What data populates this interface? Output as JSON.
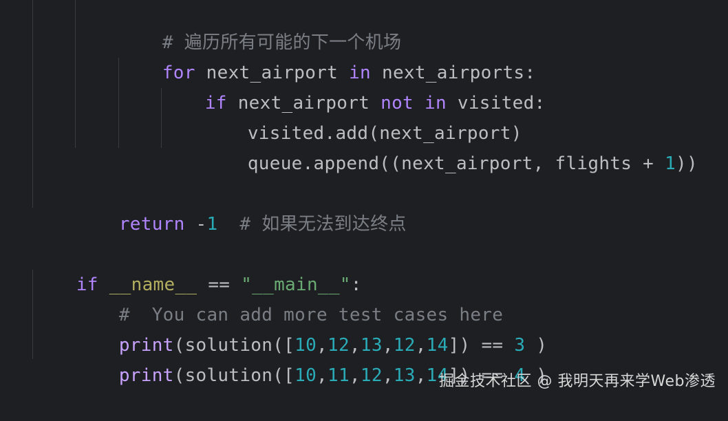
{
  "code": {
    "l1_comment": "# 遍历所有可能的下一个机场",
    "l2_for": "for",
    "l2_var": "next_airport",
    "l2_in": "in",
    "l2_iter": "next_airports:",
    "l3_if": "if",
    "l3_var": "next_airport",
    "l3_not": "not",
    "l3_in": "in",
    "l3_rest": "visited:",
    "l4": "visited.add(next_airport)",
    "l5_a": "queue.append((next_airport, flights + ",
    "l5_num": "1",
    "l5_b": "))",
    "l6_return": "return",
    "l6_minus": "-",
    "l6_num": "1",
    "l6_comment": "# 如果无法到达终点",
    "l7_if": "if",
    "l7_name": "__name__",
    "l7_eq": "==",
    "l7_str": "\"__main__\"",
    "l7_colon": ":",
    "l8_comment": "#  You can add more test cases here",
    "l9_print": "print",
    "l9_open": "(solution([",
    "l9_n1": "10",
    "l9_n2": "12",
    "l9_n3": "13",
    "l9_n4": "12",
    "l9_n5": "14",
    "l9_close": "]) == ",
    "l9_res": "3",
    "l9_end": " )",
    "l10_print": "print",
    "l10_open": "(solution([",
    "l10_n1": "10",
    "l10_n2": "11",
    "l10_n3": "12",
    "l10_n4": "13",
    "l10_n5": "14",
    "l10_close": "]) == ",
    "l10_res": "4",
    "l10_end": " )",
    "comma": ","
  },
  "watermark": "掘金技术社区 @ 我明天再来学Web渗透",
  "colors": {
    "background": "#1e1f22",
    "keyword": "#b085ff",
    "number": "#2aacb8",
    "string": "#6aab73",
    "comment": "#7a7e85",
    "function": "#c7a3ff",
    "dunder": "#b3ae60",
    "text": "#bcbec4"
  }
}
